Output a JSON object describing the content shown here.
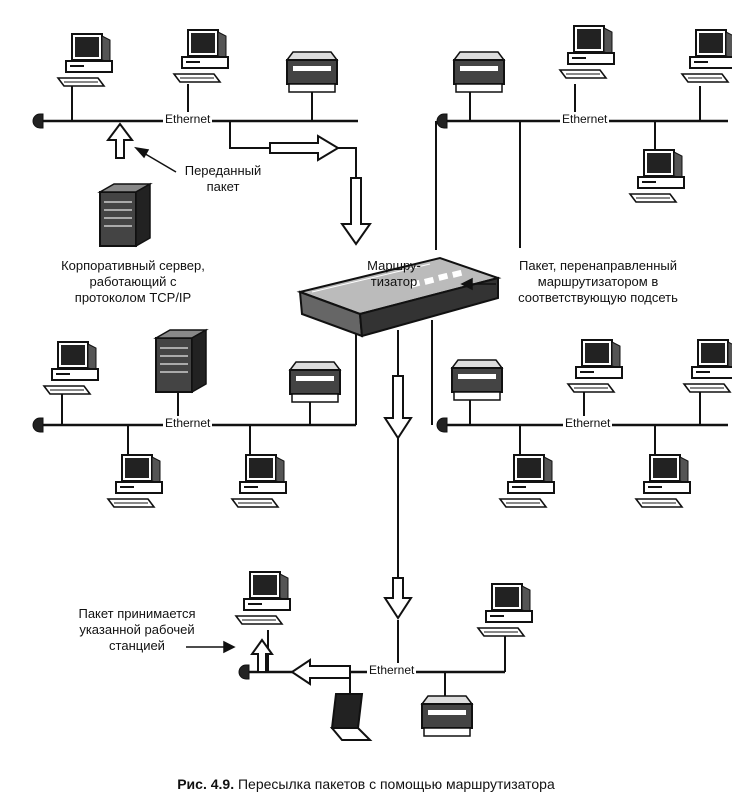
{
  "labels": {
    "ethernet": "Ethernet",
    "transmitted_packet": [
      "Переданный",
      "пакет"
    ],
    "server": [
      "Корпоративный сервер,",
      "работающий с",
      "протоколом TCP/IP"
    ],
    "router": [
      "Маршру-",
      "тизатор"
    ],
    "redirected_packet": [
      "Пакет, перенаправленный",
      "маршрутизатором в",
      "соответствующую подсеть"
    ],
    "received_packet": [
      "Пакет принимается",
      "указанной рабочей",
      "станцией"
    ]
  },
  "caption": {
    "number": "Рис. 4.9.",
    "text": "Пересылка пакетов с помощью маршрутизатора"
  },
  "icons": [
    "workstation-icon",
    "printer-icon",
    "server-icon",
    "router-icon",
    "laptop-icon",
    "arrow-icon",
    "terminator-icon"
  ],
  "colors": {
    "line": "#111111",
    "device": "#222222",
    "background": "#ffffff"
  }
}
